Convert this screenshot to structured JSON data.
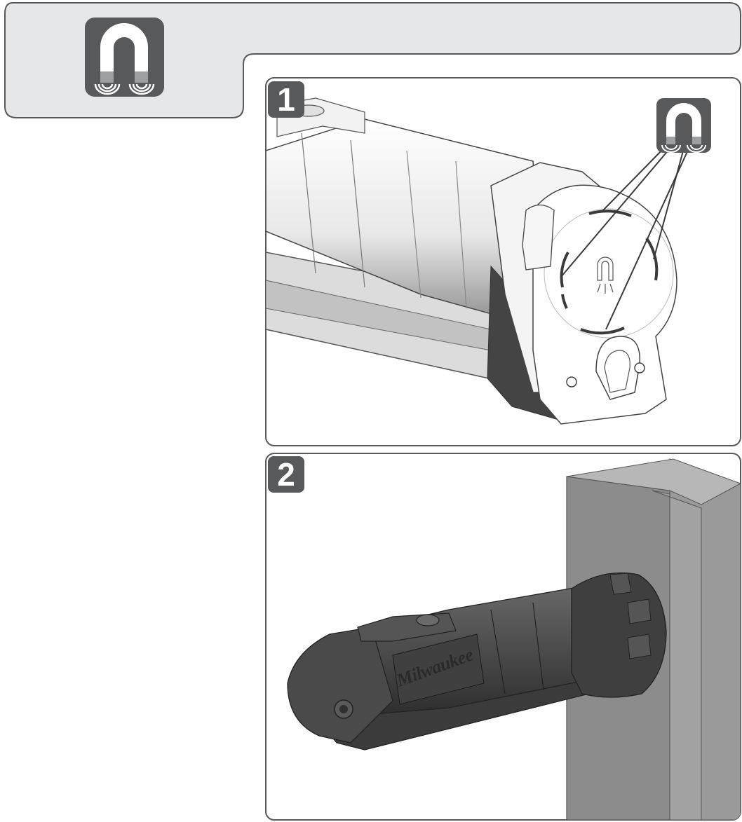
{
  "header": {
    "icon": "magnet-icon",
    "colors": {
      "panel": "#e6e7e8",
      "border": "#58595b",
      "icon_bg": "#58595b",
      "icon_band": "#9d9fa2"
    }
  },
  "steps": [
    {
      "number": "1",
      "icon": "magnet-icon",
      "illustration": "magnetic-end-cap-closeup"
    },
    {
      "number": "2",
      "icon": "",
      "illustration": "tool-attached-to-steel-beam",
      "brand": "Milwaukee"
    }
  ]
}
